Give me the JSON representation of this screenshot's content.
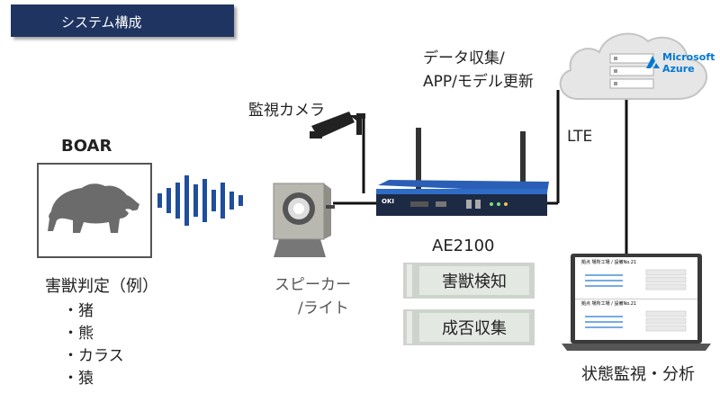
{
  "header": {
    "title": "システム構成"
  },
  "boar": {
    "label": "BOAR"
  },
  "camera": {
    "label": "監視カメラ"
  },
  "cloud": {
    "vendor_line1": "Microsoft",
    "vendor_line2": "Azure"
  },
  "data_flow": {
    "line1": "データ収集/",
    "line2": "APP/モデル更新"
  },
  "connection": {
    "label": "LTE"
  },
  "device": {
    "name": "AE2100",
    "logo": "OKI",
    "functions": [
      "害獣検知",
      "成否収集"
    ]
  },
  "speaker": {
    "line1": "スピーカー",
    "line2": "/ライト"
  },
  "pest_examples": {
    "heading": "害獣判定（例）",
    "items": [
      "・猪",
      "・熊",
      "・カラス",
      "・猿"
    ]
  },
  "monitor": {
    "label": "状態監視・分析",
    "screen_title": "拠点 場所工場 / 設備No.21"
  },
  "colors": {
    "title_bg": "#1f3461",
    "accent_blue": "#1f4e9c",
    "cloud_grey": "#e6e6e6",
    "box_grey": "#cfd3ce"
  }
}
